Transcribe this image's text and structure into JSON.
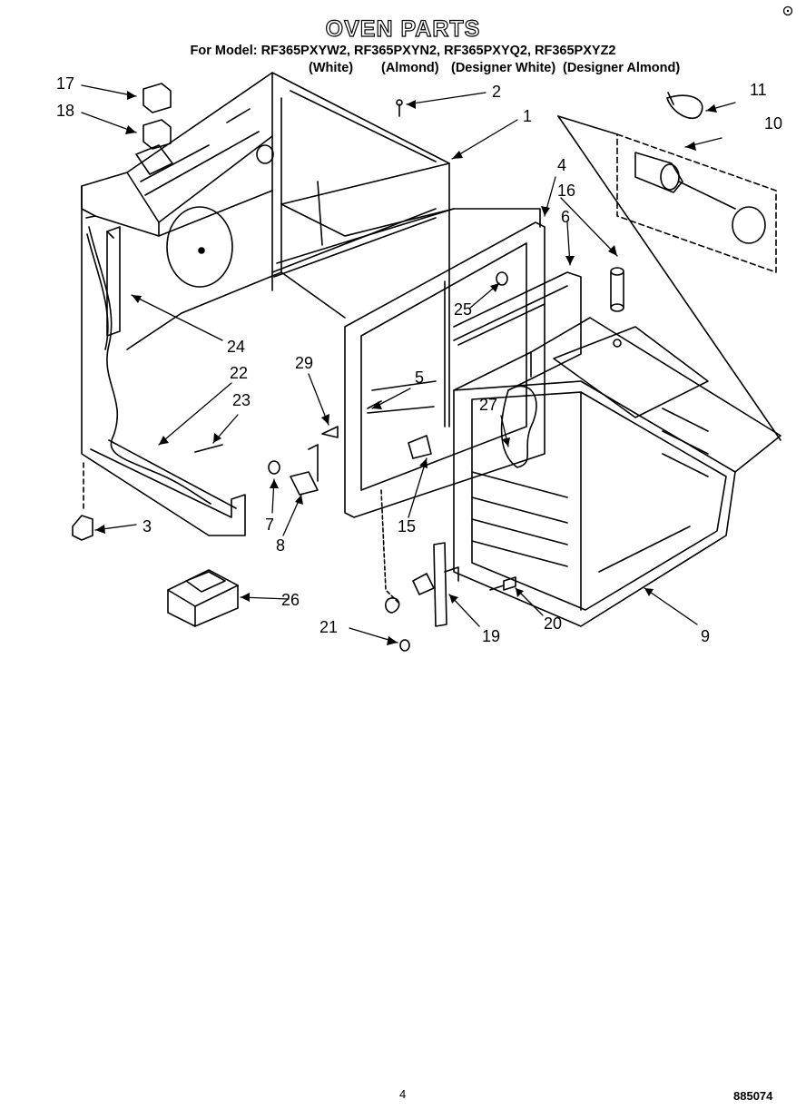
{
  "header": {
    "title": "OVEN PARTS",
    "subtitle": "For Model: RF365PXYW2, RF365PXYN2, RF365PXYQ2, RF365PXYZ2",
    "variants": [
      "(White)",
      "(Almond)",
      "(Designer White)",
      "(Designer Almond)"
    ]
  },
  "callouts": [
    "1",
    "2",
    "3",
    "4",
    "5",
    "6",
    "7",
    "8",
    "9",
    "10",
    "11",
    "15",
    "16",
    "17",
    "18",
    "19",
    "20",
    "21",
    "22",
    "23",
    "24",
    "25",
    "26",
    "27",
    "29"
  ],
  "footer": {
    "page_number": "4",
    "doc_number": "885074"
  }
}
